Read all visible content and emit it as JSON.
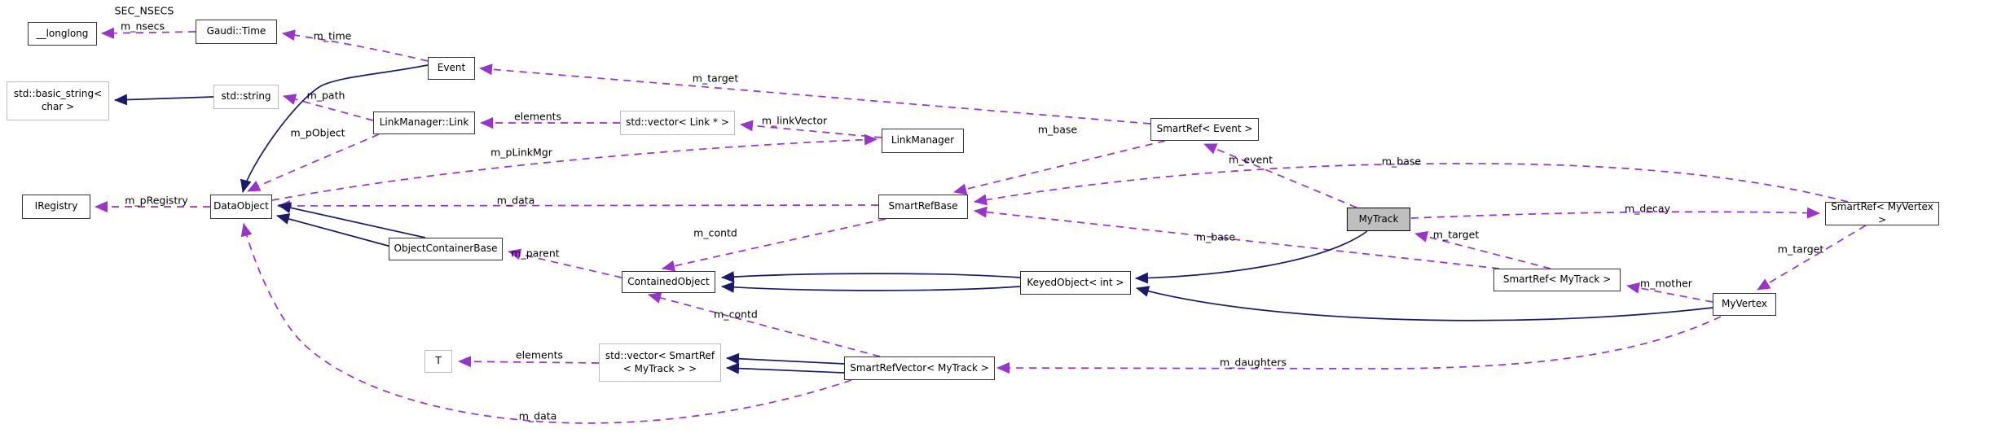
{
  "diagram": {
    "type": "doxygen-collaboration-graph",
    "focus_class": "MyTrack",
    "colors": {
      "usage_edge": "#9a32cd",
      "inheritance_edge": "#191970",
      "class_border": "#363636",
      "std_border": "#bdbdbd",
      "focus_fill": "#bfbfbf",
      "background": "#ffffff"
    },
    "nodes": [
      {
        "id": "longlong",
        "label": "__longlong",
        "kind": "class"
      },
      {
        "id": "gaudi-time",
        "label": "Gaudi::Time",
        "kind": "class"
      },
      {
        "id": "event",
        "label": "Event",
        "kind": "class"
      },
      {
        "id": "std-basic-string",
        "label": "std::basic_string<\nchar >",
        "kind": "std"
      },
      {
        "id": "std-string",
        "label": "std::string",
        "kind": "std"
      },
      {
        "id": "linkmanager-link",
        "label": "LinkManager::Link",
        "kind": "class"
      },
      {
        "id": "std-vector-link",
        "label": "std::vector< Link * >",
        "kind": "std"
      },
      {
        "id": "linkmanager",
        "label": "LinkManager",
        "kind": "class"
      },
      {
        "id": "iregistry",
        "label": "IRegistry",
        "kind": "class"
      },
      {
        "id": "dataobject",
        "label": "DataObject",
        "kind": "class"
      },
      {
        "id": "objectcontainerbase",
        "label": "ObjectContainerBase",
        "kind": "class"
      },
      {
        "id": "containedobject",
        "label": "ContainedObject",
        "kind": "class"
      },
      {
        "id": "smartrefbase",
        "label": "SmartRefBase",
        "kind": "class"
      },
      {
        "id": "smartref-event",
        "label": "SmartRef< Event >",
        "kind": "class"
      },
      {
        "id": "keyedobject-int",
        "label": "KeyedObject< int >",
        "kind": "class"
      },
      {
        "id": "mytrack",
        "label": "MyTrack",
        "kind": "focus"
      },
      {
        "id": "smartref-mytrack",
        "label": "SmartRef< MyTrack >",
        "kind": "class"
      },
      {
        "id": "myvertex",
        "label": "MyVertex",
        "kind": "class"
      },
      {
        "id": "smartref-myvertex",
        "label": "SmartRef< MyVertex >",
        "kind": "class"
      },
      {
        "id": "t",
        "label": "T",
        "kind": "std"
      },
      {
        "id": "std-vector-smartref",
        "label": "std::vector< SmartRef\n< MyTrack > >",
        "kind": "std"
      },
      {
        "id": "smartrefvector-mytrack",
        "label": "SmartRefVector< MyTrack >",
        "kind": "class"
      }
    ],
    "edge_labels": [
      {
        "text": "SEC_NSECS"
      },
      {
        "text": "m_nsecs"
      },
      {
        "text": "m_time"
      },
      {
        "text": "m_target"
      },
      {
        "text": "m_path"
      },
      {
        "text": "elements"
      },
      {
        "text": "m_linkVector"
      },
      {
        "text": "m_pObject"
      },
      {
        "text": "m_base"
      },
      {
        "text": "m_base"
      },
      {
        "text": "m_pLinkMgr"
      },
      {
        "text": "m_pRegistry"
      },
      {
        "text": "m_data"
      },
      {
        "text": "m_event"
      },
      {
        "text": "m_contd"
      },
      {
        "text": "m_parent"
      },
      {
        "text": "m_base"
      },
      {
        "text": "m_decay"
      },
      {
        "text": "m_target"
      },
      {
        "text": "m_mother"
      },
      {
        "text": "m_target"
      },
      {
        "text": "m_contd"
      },
      {
        "text": "elements"
      },
      {
        "text": "m_daughters"
      },
      {
        "text": "m_data"
      }
    ],
    "usage_edges": [
      {
        "from": "Gaudi::Time",
        "to": "__longlong",
        "label": "SEC_NSECS m_nsecs"
      },
      {
        "from": "Event",
        "to": "Gaudi::Time",
        "label": "m_time"
      },
      {
        "from": "SmartRef< Event >",
        "to": "Event",
        "label": "m_target"
      },
      {
        "from": "LinkManager::Link",
        "to": "std::string",
        "label": "m_path"
      },
      {
        "from": "LinkManager::Link",
        "to": "DataObject",
        "label": "m_pObject"
      },
      {
        "from": "std::vector< Link * >",
        "to": "LinkManager::Link",
        "label": "elements"
      },
      {
        "from": "LinkManager",
        "to": "std::vector< Link * >",
        "label": "m_linkVector"
      },
      {
        "from": "DataObject",
        "to": "LinkManager",
        "label": "m_pLinkMgr"
      },
      {
        "from": "DataObject",
        "to": "IRegistry",
        "label": "m_pRegistry"
      },
      {
        "from": "SmartRefBase",
        "to": "DataObject",
        "label": "m_data"
      },
      {
        "from": "SmartRefBase",
        "to": "ContainedObject",
        "label": "m_contd"
      },
      {
        "from": "ContainedObject",
        "to": "ObjectContainerBase",
        "label": "m_parent"
      },
      {
        "from": "SmartRef< Event >",
        "to": "SmartRefBase",
        "label": "m_base"
      },
      {
        "from": "SmartRef< MyVertex >",
        "to": "SmartRefBase",
        "label": "m_base"
      },
      {
        "from": "SmartRef< MyTrack >",
        "to": "SmartRefBase",
        "label": "m_base"
      },
      {
        "from": "MyTrack",
        "to": "SmartRef< Event >",
        "label": "m_event"
      },
      {
        "from": "MyTrack",
        "to": "SmartRef< MyVertex >",
        "label": "m_decay"
      },
      {
        "from": "SmartRef< MyTrack >",
        "to": "MyTrack",
        "label": "m_target"
      },
      {
        "from": "SmartRef< MyVertex >",
        "to": "MyVertex",
        "label": "m_target"
      },
      {
        "from": "MyVertex",
        "to": "SmartRef< MyTrack >",
        "label": "m_mother"
      },
      {
        "from": "MyVertex",
        "to": "SmartRefVector< MyTrack >",
        "label": "m_daughters"
      },
      {
        "from": "SmartRefVector< MyTrack >",
        "to": "ContainedObject",
        "label": "m_contd"
      },
      {
        "from": "SmartRefVector< MyTrack >",
        "to": "DataObject",
        "label": "m_data"
      },
      {
        "from": "std::vector< SmartRef< MyTrack > >",
        "to": "T",
        "label": "elements"
      }
    ],
    "inheritance_edges": [
      {
        "from": "std::string",
        "to": "std::basic_string< char >"
      },
      {
        "from": "Event",
        "to": "DataObject"
      },
      {
        "from": "ObjectContainerBase",
        "to": "DataObject",
        "double_line": true
      },
      {
        "from": "KeyedObject< int >",
        "to": "ContainedObject",
        "double_line": true
      },
      {
        "from": "MyTrack",
        "to": "KeyedObject< int >"
      },
      {
        "from": "MyVertex",
        "to": "KeyedObject< int >"
      },
      {
        "from": "SmartRefVector< MyTrack >",
        "to": "std::vector< SmartRef< MyTrack > >",
        "double_line": true
      }
    ]
  }
}
